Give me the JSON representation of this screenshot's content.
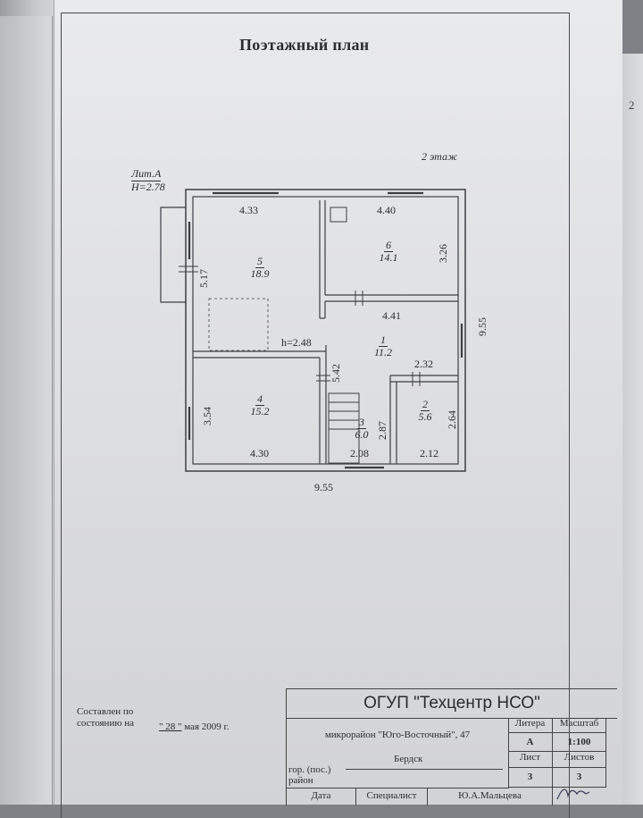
{
  "title": "Поэтажный план",
  "floor_label": "2 этаж",
  "litera_block": {
    "lit": "Лит.А",
    "height": "H=2.78"
  },
  "dimensions": {
    "top_left": "4.33",
    "top_right": "4.40",
    "room6_height": "3.26",
    "room5_height": "5.17",
    "overall_height": "9.55",
    "hall_width": "4.41",
    "ceiling": "h=2.48",
    "room1_height": "5.42",
    "room2_width": "2.32",
    "room4_height": "3.54",
    "room3_height": "2.87",
    "room2_height": "2.64",
    "bottom_left": "4.30",
    "bottom_mid": "2.08",
    "bottom_right": "2.12",
    "overall_width": "9.55"
  },
  "rooms": [
    {
      "number": "5",
      "area": "18.9"
    },
    {
      "number": "6",
      "area": "14.1"
    },
    {
      "number": "1",
      "area": "11.2"
    },
    {
      "number": "4",
      "area": "15.2"
    },
    {
      "number": "3",
      "area": "6.0"
    },
    {
      "number": "2",
      "area": "5.6"
    }
  ],
  "compiled": {
    "line1": "Составлен по",
    "line2": "состоянию на",
    "day": "\" 28 \"",
    "rest": "мая 2009 г."
  },
  "stamp": {
    "org": "ОГУП \"Техцентр НСО\"",
    "address": "микрорайон \"Юго-Восточный\", 47",
    "city_label_1": "гор. (пос.)",
    "city_label_2": "район",
    "city_value": "Бердск",
    "litera_h": "Литера",
    "litera_v": "А",
    "scale_h": "Масштаб",
    "scale_v": "1:100",
    "sheet_h": "Лист",
    "sheet_v": "3",
    "sheets_h": "Листов",
    "sheets_v": "3",
    "date_h": "Дата",
    "spec_h": "Специалист",
    "spec_name": "Ю.А.Мальцева"
  },
  "side_number": "2"
}
